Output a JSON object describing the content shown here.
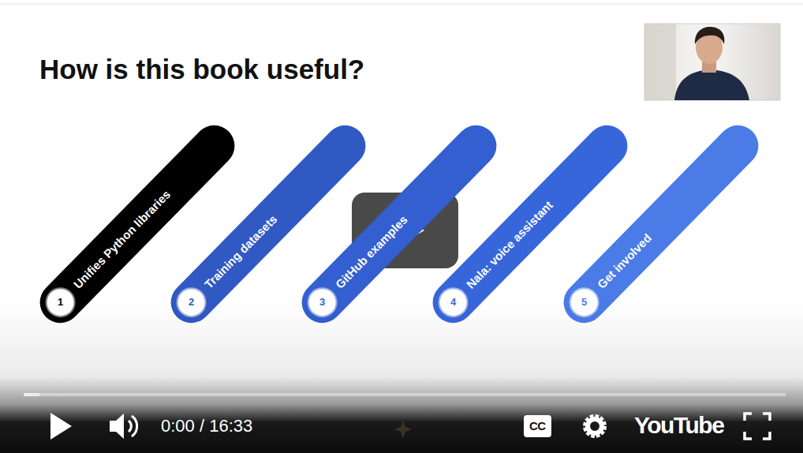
{
  "diagram": {
    "title": "How is this book useful?",
    "nodes": [
      {
        "text": [
          "Unifies Python libraries"
        ]
      },
      {
        "text": [
          "1"
        ],
        "in": 0
      },
      {
        "text": [
          "Training datasets"
        ]
      },
      {
        "text": [
          "2"
        ],
        "in": 2
      },
      {
        "text": [
          "GitHub examples"
        ]
      },
      {
        "text": [
          "3"
        ],
        "in": 4
      },
      {
        "text": [
          "Nala: voice assistant"
        ]
      },
      {
        "text": [
          "4"
        ],
        "in": 6
      },
      {
        "text": [
          "Get involved"
        ]
      },
      {
        "text": [
          "5"
        ],
        "in": 8
      }
    ],
    "labels": [
      "0:00 / 16:33",
      "CC",
      "YouTube"
    ]
  }
}
